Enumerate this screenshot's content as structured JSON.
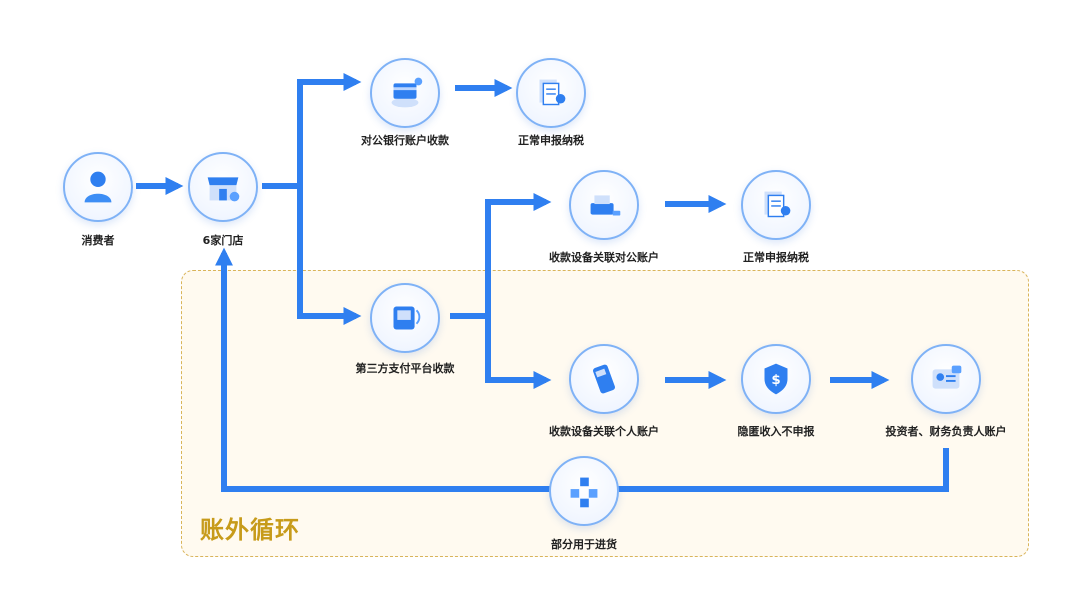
{
  "region": {
    "title": "账外循环"
  },
  "nodes": {
    "consumer": {
      "label": "消费者",
      "icon": "person-icon"
    },
    "store": {
      "label": "6家门店",
      "icon": "storefront-icon"
    },
    "bank_account": {
      "label": "对公银行账户收款",
      "icon": "bank-card-icon"
    },
    "tax1": {
      "label": "正常申报纳税",
      "icon": "tax-document-icon"
    },
    "pos_corporate": {
      "label": "收款设备关联对公账户",
      "icon": "pos-terminal-icon"
    },
    "tax2": {
      "label": "正常申报纳税",
      "icon": "tax-document-icon"
    },
    "third_party": {
      "label": "第三方支付平台收款",
      "icon": "payment-platform-icon"
    },
    "pos_personal": {
      "label": "收款设备关联个人账户",
      "icon": "pos-machine-icon"
    },
    "hidden_income": {
      "label": "隐匿收入不申报",
      "icon": "shield-dollar-icon"
    },
    "investor": {
      "label": "投资者、财务负责人账户",
      "icon": "id-card-icon"
    },
    "purchase": {
      "label": "部分用于进货",
      "icon": "goods-boxes-icon"
    }
  },
  "colors": {
    "arrow": "#2f7ff0",
    "node_border": "#7fb2f6",
    "region_border": "#d9b45a",
    "region_fill": "#fffaf0",
    "region_title": "#c79b1a"
  }
}
